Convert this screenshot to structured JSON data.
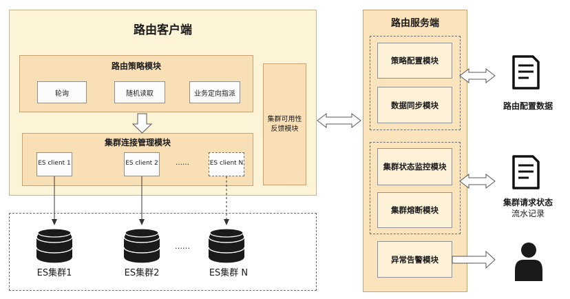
{
  "client": {
    "title": "路由客户端",
    "strategy": {
      "title": "路由策略模块",
      "items": [
        "轮询",
        "随机读取",
        "业务定向指派"
      ]
    },
    "cluster_conn": {
      "title": "集群连接管理模块",
      "clients": [
        "ES client 1",
        "ES client 2",
        "ES client N"
      ],
      "ellipsis": "……"
    },
    "feedback": "集群可用性\n反馈模块"
  },
  "clusters": {
    "items": [
      "ES集群1",
      "ES集群2",
      "ES集群 N"
    ],
    "ellipsis": "……"
  },
  "server": {
    "title": "路由服务端",
    "group1": [
      "策略配置模块",
      "数据同步模块"
    ],
    "group2": [
      "集群状态监控模块",
      "集群熔断模块"
    ],
    "alarm": "异常告警模块"
  },
  "outputs": {
    "config_data": "路由配置数据",
    "status_line1": "集群请求状态",
    "status_line2": "流水记录"
  },
  "icons": [
    "document-icon",
    "document-icon",
    "user-icon",
    "database-icon"
  ]
}
